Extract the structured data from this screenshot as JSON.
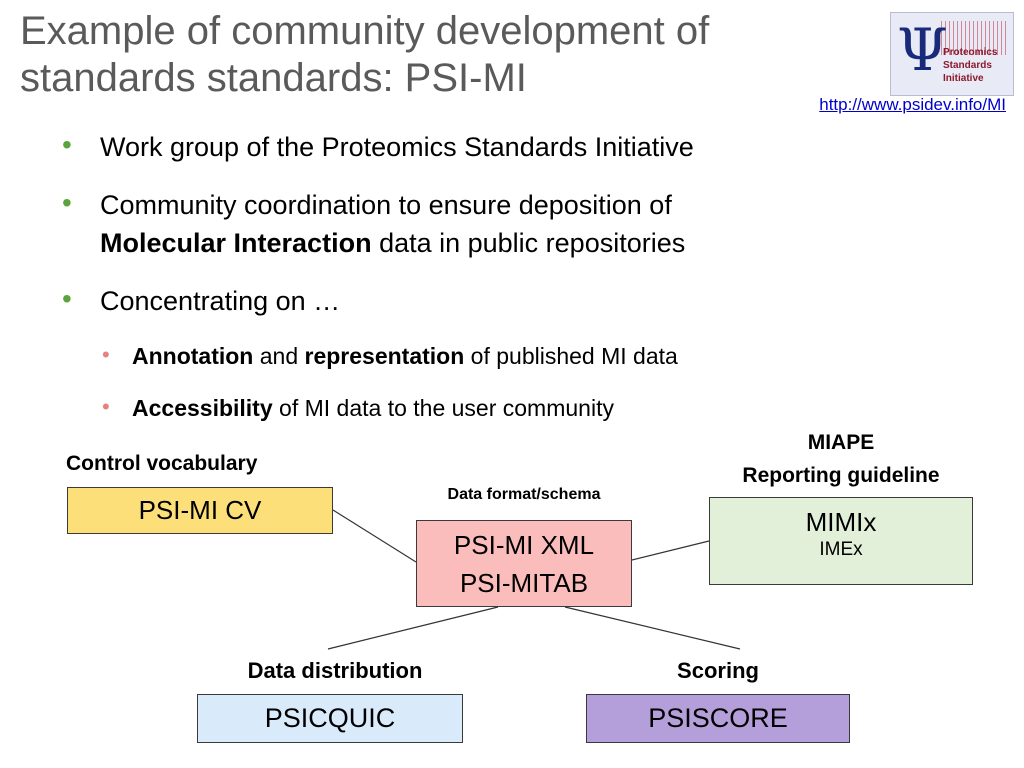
{
  "title": {
    "line1": "Example of community development of",
    "line2": "standards standards: PSI-MI"
  },
  "logo": {
    "symbol": "Ψ",
    "text1": "Proteomics",
    "text2": "Standards",
    "text3": "Initiative"
  },
  "url": "http://www.psidev.info/MI",
  "bullets": {
    "item1": "Work group of the Proteomics Standards Initiative",
    "item2_pre": "Community coordination to ensure deposition of",
    "item2_bold": "Molecular Interaction",
    "item2_post": " data in public repositories",
    "item3": "Concentrating on …",
    "sub1_bold1": "Annotation",
    "sub1_mid": " and ",
    "sub1_bold2": "representation",
    "sub1_post": " of published MI data",
    "sub2_bold": "Accessibility",
    "sub2_post": " of MI data to the user community"
  },
  "diagram": {
    "cv_label": "Control vocabulary",
    "cv_box": "PSI-MI CV",
    "format_label": "Data format/schema",
    "format_box_line1": "PSI-MI XML",
    "format_box_line2": "PSI-MITAB",
    "miape_label_line1": "MIAPE",
    "miape_label_line2": "Reporting guideline",
    "mimix_box_line1": "MIMIx",
    "mimix_box_line2": "IMEx",
    "dist_label": "Data distribution",
    "dist_box": "PSICQUIC",
    "scoring_label": "Scoring",
    "scoring_box": "PSISCORE"
  },
  "colors": {
    "cv_fill": "#fddf7a",
    "format_fill": "#fbbcbc",
    "mimix_fill": "#e2efd9",
    "dist_fill": "#d9eafb",
    "scoring_fill": "#b59fdb",
    "bullet_green": "#5aa43c",
    "bullet_pink": "#e88080"
  }
}
